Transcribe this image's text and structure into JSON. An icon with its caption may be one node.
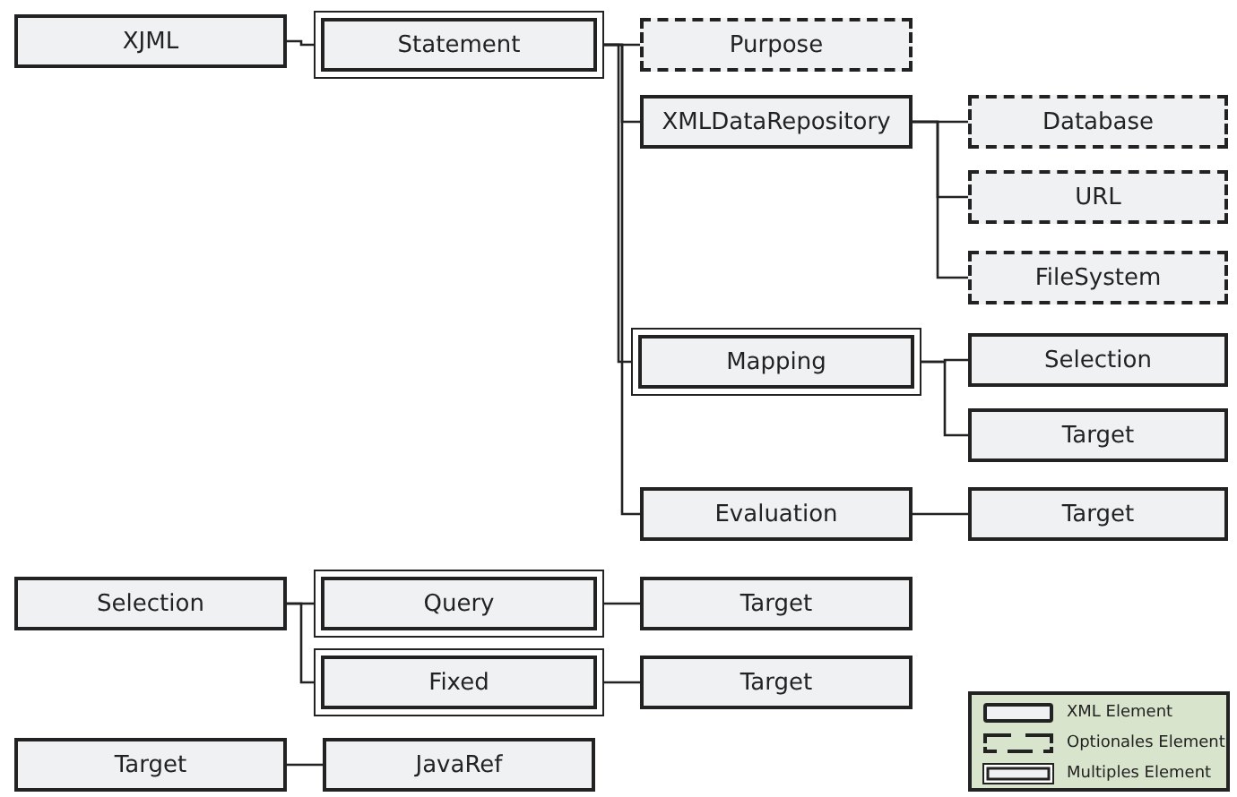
{
  "diagram": {
    "nodes": [
      {
        "text": [
          "XJML"
        ]
      },
      {
        "text": [
          "Statement"
        ]
      },
      {
        "text": [
          "Purpose"
        ]
      },
      {
        "text": [
          "XMLDataRepository"
        ]
      },
      {
        "text": [
          "Database"
        ]
      },
      {
        "text": [
          "URL"
        ]
      },
      {
        "text": [
          "FileSystem"
        ]
      },
      {
        "text": [
          "Mapping"
        ]
      },
      {
        "text": [
          "Selection"
        ]
      },
      {
        "text": [
          "Target"
        ]
      },
      {
        "text": [
          "Evaluation"
        ]
      },
      {
        "text": [
          "Target"
        ]
      },
      {
        "text": [
          "Selection"
        ]
      },
      {
        "text": [
          "Query"
        ]
      },
      {
        "text": [
          "Target"
        ]
      },
      {
        "text": [
          "Fixed"
        ]
      },
      {
        "text": [
          "Target"
        ]
      },
      {
        "text": [
          "Target"
        ]
      },
      {
        "text": [
          "JavaRef"
        ]
      }
    ],
    "edges": [
      {
        "from": 0,
        "to": 1,
        "arrow": "none"
      },
      {
        "from": 1,
        "to": 2,
        "arrow": "none"
      },
      {
        "from": 1,
        "to": 3,
        "arrow": "none"
      },
      {
        "from": 1,
        "to": 7,
        "arrow": "none"
      },
      {
        "from": 1,
        "to": 10,
        "arrow": "none"
      },
      {
        "from": 3,
        "to": 4,
        "arrow": "none"
      },
      {
        "from": 3,
        "to": 5,
        "arrow": "none"
      },
      {
        "from": 3,
        "to": 6,
        "arrow": "none"
      },
      {
        "from": 7,
        "to": 8,
        "arrow": "none"
      },
      {
        "from": 7,
        "to": 9,
        "arrow": "none"
      },
      {
        "from": 10,
        "to": 11,
        "arrow": "none"
      },
      {
        "from": 12,
        "to": 13,
        "arrow": "none"
      },
      {
        "from": 12,
        "to": 15,
        "arrow": "none"
      },
      {
        "from": 13,
        "to": 14,
        "arrow": "none"
      },
      {
        "from": 15,
        "to": 16,
        "arrow": "none"
      },
      {
        "from": 17,
        "to": 18,
        "arrow": "none"
      }
    ],
    "legend": [
      {
        "text": "XML Element"
      },
      {
        "text": "Optionales Element"
      },
      {
        "text": "Multiples Element"
      }
    ]
  }
}
